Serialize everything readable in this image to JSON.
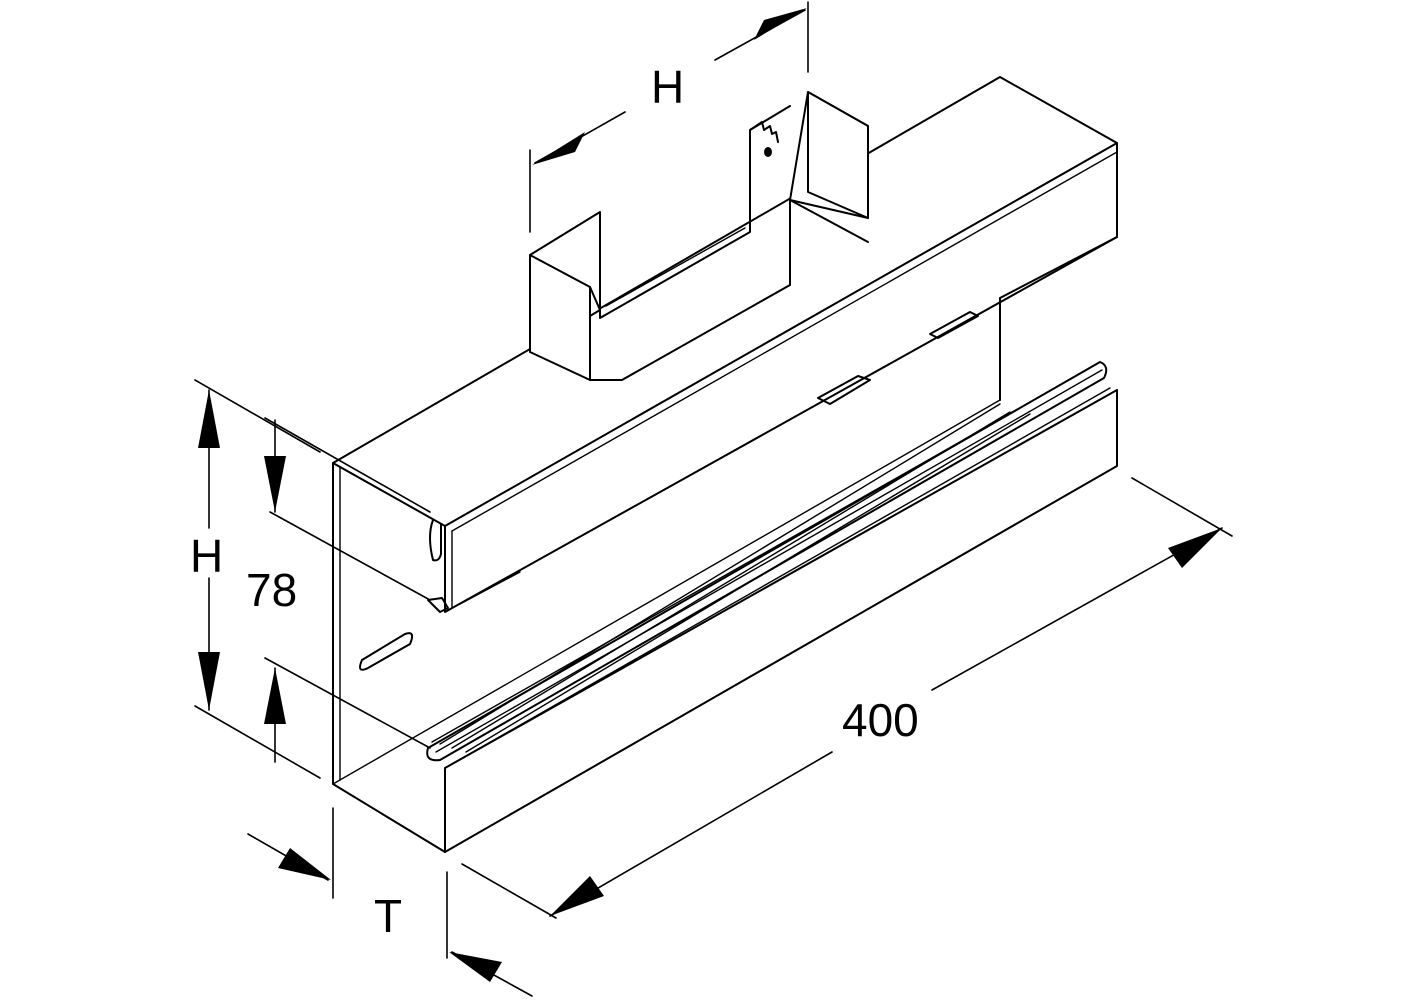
{
  "labels": {
    "top_width": "H",
    "height": "H",
    "inner_height": "78",
    "length": "400",
    "depth": "T"
  }
}
